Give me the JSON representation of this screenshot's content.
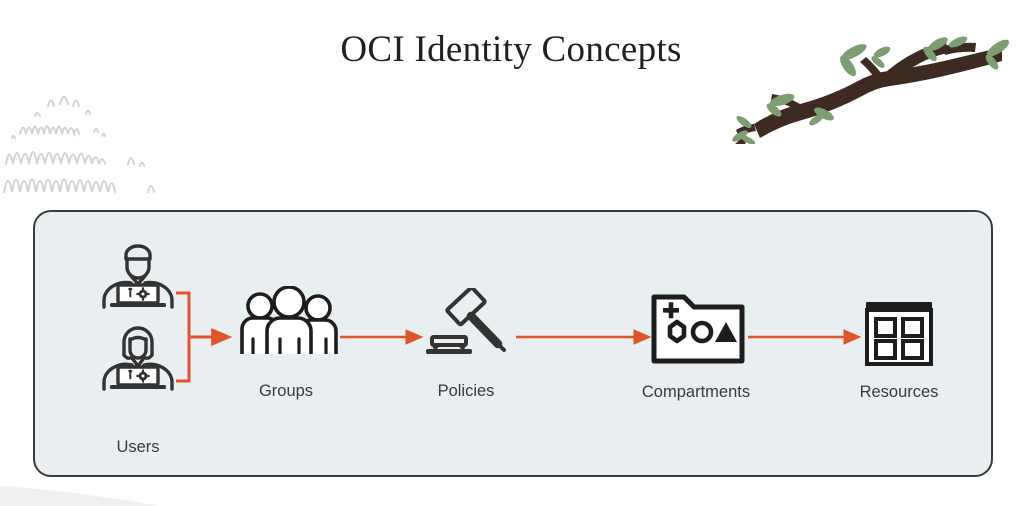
{
  "slide": {
    "title": "OCI Identity Concepts",
    "background_color": "#ffffff",
    "panel": {
      "fill_color": "#e9eef0",
      "border_color": "#3b3b3d"
    },
    "accent_color": "#e0542c",
    "icon_color": "#333333",
    "label_color": "#3b3b3d"
  },
  "decorations": {
    "squiggle_cloud": "squiggle-cloud-decoration",
    "branch": "tree-branch-decoration",
    "branch_color": "#3d2a20",
    "leaf_color": "#7e9e72",
    "swoosh": "swoosh-decoration"
  },
  "diagram": {
    "nodes": [
      {
        "id": "users",
        "label": "Users",
        "icon": "user-with-laptop-icon"
      },
      {
        "id": "groups",
        "label": "Groups",
        "icon": "group-of-people-icon"
      },
      {
        "id": "policies",
        "label": "Policies",
        "icon": "gavel-icon"
      },
      {
        "id": "compartments",
        "label": "Compartments",
        "icon": "folder-with-shapes-icon"
      },
      {
        "id": "resources",
        "label": "Resources",
        "icon": "window-grid-icon"
      }
    ],
    "connectors": [
      {
        "from": "users",
        "to": "groups",
        "style": "bracket-arrow"
      },
      {
        "from": "groups",
        "to": "policies",
        "style": "arrow"
      },
      {
        "from": "policies",
        "to": "compartments",
        "style": "arrow"
      },
      {
        "from": "compartments",
        "to": "resources",
        "style": "arrow"
      }
    ]
  }
}
